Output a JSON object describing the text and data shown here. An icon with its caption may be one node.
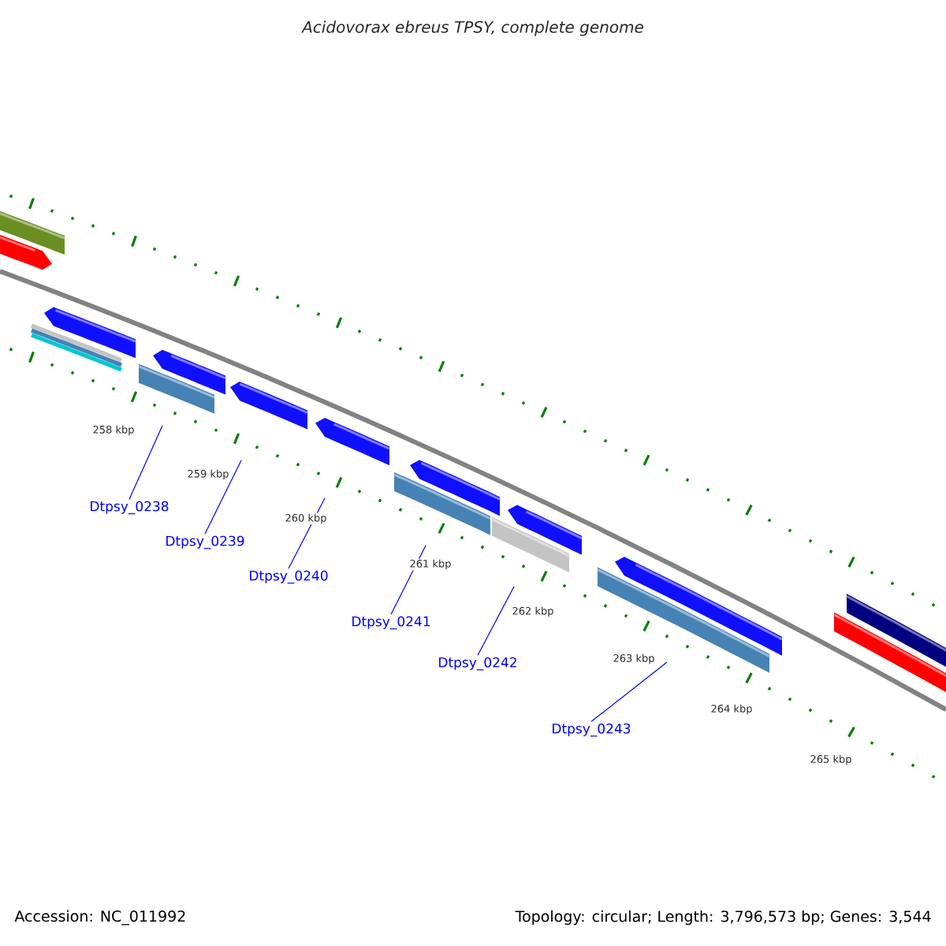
{
  "diagram": {
    "title": "Acidovorax ebreus TPSY, complete genome",
    "nodes": [
      {
        "text": [
          "Dtpsy_0238"
        ]
      },
      {
        "text": [
          "Dtpsy_0239"
        ]
      },
      {
        "text": [
          "Dtpsy_0240"
        ]
      },
      {
        "text": [
          "Dtpsy_0241"
        ]
      },
      {
        "text": [
          "Dtpsy_0242"
        ]
      },
      {
        "text": [
          "Dtpsy_0243"
        ]
      }
    ],
    "edges": [
      {
        "from": 0,
        "to": null,
        "arrow": "none"
      },
      {
        "from": 1,
        "to": null,
        "arrow": "none"
      },
      {
        "from": 2,
        "to": null,
        "arrow": "none"
      },
      {
        "from": 3,
        "to": null,
        "arrow": "none"
      },
      {
        "from": 4,
        "to": null,
        "arrow": "none"
      },
      {
        "from": 5,
        "to": null,
        "arrow": "none"
      }
    ],
    "labels": [
      "258 kbp",
      "259 kbp",
      "260 kbp",
      "261 kbp",
      "262 kbp",
      "263 kbp",
      "264 kbp",
      "265 kbp",
      "Accession: NC_011992",
      "Topology: circular; Length: 3,796,573 bp; Genes: 3,544"
    ]
  }
}
